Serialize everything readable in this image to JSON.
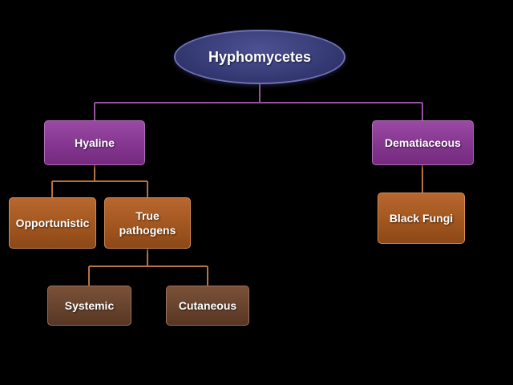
{
  "diagram": {
    "root": {
      "label": "Hyphomycetes"
    },
    "nodes": {
      "hyaline": {
        "label": "Hyaline"
      },
      "dematiaceous": {
        "label": "Dematiaceous"
      },
      "opportunistic": {
        "label": "Opportunistic"
      },
      "true_pathogens": {
        "line1": "True",
        "line2": "pathogens"
      },
      "black_fungi": {
        "label": "Black Fungi"
      },
      "systemic": {
        "label": "Systemic"
      },
      "cutaneous": {
        "label": "Cutaneous"
      }
    },
    "edges": [
      [
        "Hyphomycetes",
        "Hyaline"
      ],
      [
        "Hyphomycetes",
        "Dematiaceous"
      ],
      [
        "Hyaline",
        "Opportunistic"
      ],
      [
        "Hyaline",
        "True pathogens"
      ],
      [
        "Dematiaceous",
        "Black Fungi"
      ],
      [
        "True pathogens",
        "Systemic"
      ],
      [
        "True pathogens",
        "Cutaneous"
      ]
    ],
    "colors": {
      "background": "#000000",
      "root_fill": "#363a74",
      "level1_fill": "#853690",
      "level2_fill": "#a2561f",
      "level3_fill": "#68432d",
      "connector_root": "#9b4fa5",
      "connector_sub": "#b9733f"
    }
  }
}
